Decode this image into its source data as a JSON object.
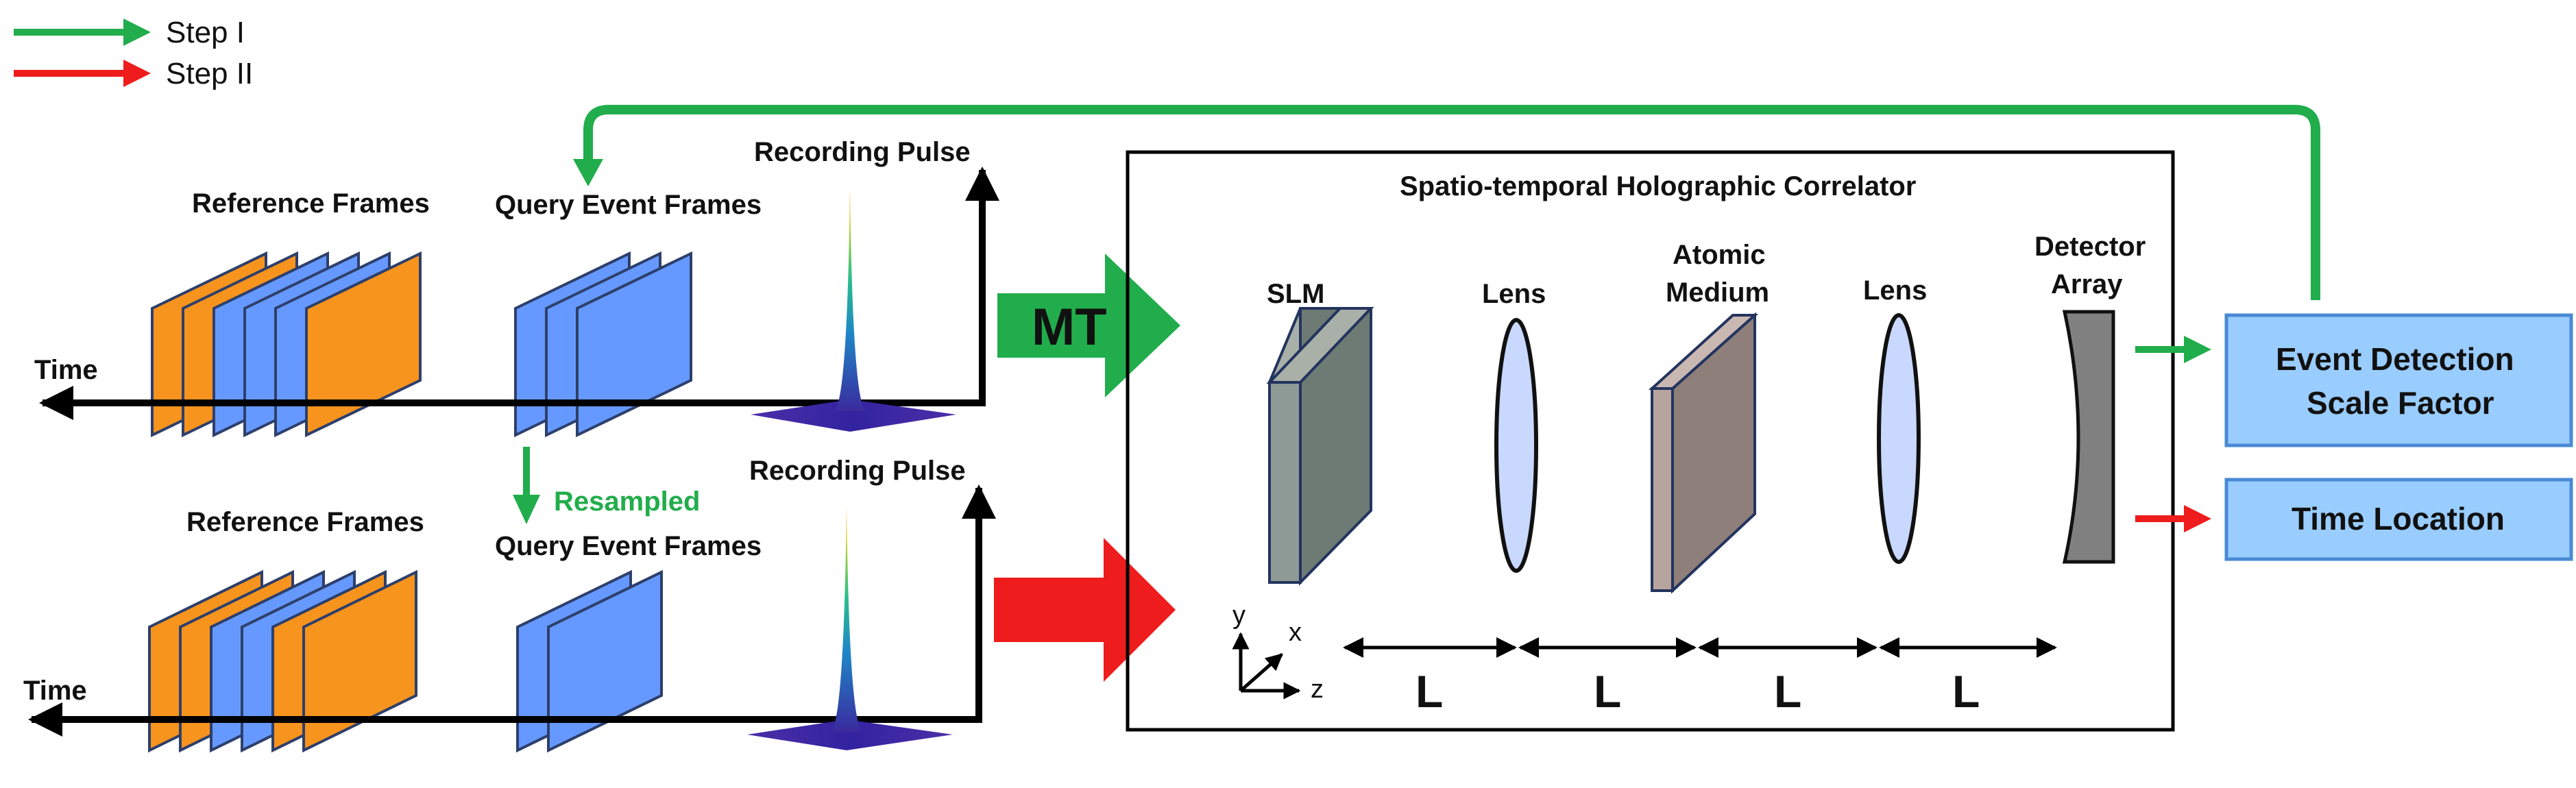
{
  "legend": [
    {
      "label": "Step I",
      "color": "#21ad4b"
    },
    {
      "label": "Step II",
      "color": "#ee1c1c"
    }
  ],
  "colors": {
    "step1": "#21ad4b",
    "step2": "#ee1c1c",
    "query_frame": "#6699ff",
    "reference_frame": "#f7941d",
    "output_box": "#99ccff"
  },
  "top_row": {
    "time_label": "Time",
    "reference_label": "Reference Frames",
    "query_label": "Query Event Frames",
    "pulse_label": "Recording Pulse",
    "arrow_label": "MT"
  },
  "bottom_row": {
    "time_label": "Time",
    "reference_label": "Reference Frames",
    "query_label": "Query Event Frames",
    "pulse_label": "Recording Pulse",
    "resampled_label": "Resampled"
  },
  "correlator": {
    "title": "Spatio-temporal Holographic Correlator",
    "components": {
      "slm": "SLM",
      "lens1": "Lens",
      "medium_line1": "Atomic",
      "medium_line2": "Medium",
      "lens2": "Lens",
      "detector_line1": "Detector",
      "detector_line2": "Array"
    },
    "distance_labels": [
      "L",
      "L",
      "L",
      "L"
    ],
    "axes": {
      "x": "x",
      "y": "y",
      "z": "z"
    }
  },
  "outputs": {
    "event_line1": "Event Detection",
    "event_line2": "Scale Factor",
    "time_location": "Time Location"
  }
}
